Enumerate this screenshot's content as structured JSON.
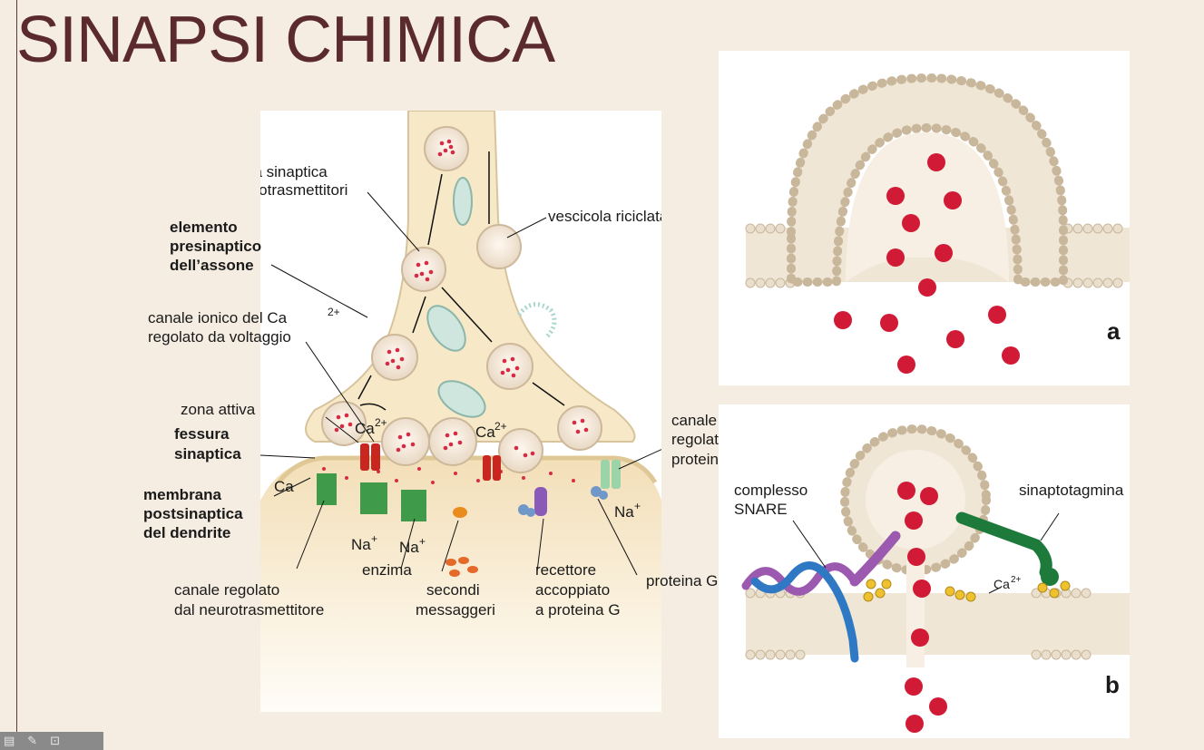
{
  "slide": {
    "title": "SINAPSI CHIMICA"
  },
  "main_diagram": {
    "labels": {
      "vescicola_sinaptica_1": "vescicola sinaptica",
      "vescicola_sinaptica_2": "con neurotrasmettitori",
      "vescicola_riciclata": "vescicola riciclata",
      "elemento_1": "elemento",
      "elemento_2": "presinaptico",
      "elemento_3": "dell’assone",
      "canale_ca_1": "canale ionico del Ca",
      "canale_ca_sup": "2+",
      "canale_ca_2": "regolato da voltaggio",
      "zona_attiva": "zona attiva",
      "fessura_1": "fessura",
      "fessura_2": "sinaptica",
      "membrana_1": "membrana",
      "membrana_2": "postsinaptica",
      "membrana_3": "del dendrite",
      "canale_regolato_1": "canale regolato",
      "canale_regolato_2": "dal neurotrasmettitore",
      "enzima": "enzima",
      "secondi_1": "secondi",
      "secondi_2": "messaggeri",
      "recettore_1": "recettore",
      "recettore_2": "accoppiato",
      "recettore_3": "a proteina G",
      "proteina_g": "proteina G",
      "canale_g_1": "canale ionico",
      "canale_g_2": "regolato da",
      "canale_g_3": "proteina G",
      "ca_ion": "Ca",
      "ion_sup": "2+",
      "na_ion": "Na",
      "na_sup": "+"
    }
  },
  "panel_a": {
    "letter": "a"
  },
  "panel_b": {
    "letter": "b",
    "labels": {
      "snare_1": "complesso",
      "snare_2": "SNARE",
      "sinaptotagmina": "sinaptotagmina",
      "ca_ion": "Ca",
      "ca_sup": "2+"
    }
  },
  "toolbar": {
    "icons": [
      "slide-sorter-icon",
      "pen-icon",
      "notes-icon"
    ],
    "glyphs": [
      "▤",
      "✎",
      "⊡"
    ]
  }
}
